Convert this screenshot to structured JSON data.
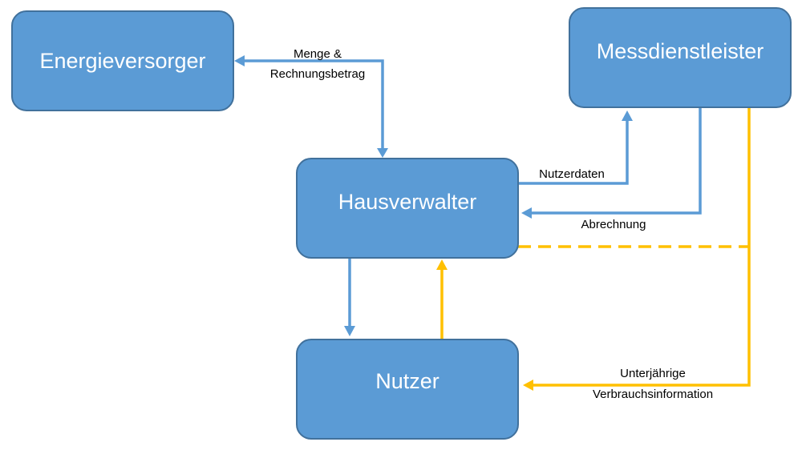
{
  "nodes": {
    "energieversorger": "Energieversorger",
    "messdienstleister": "Messdienstleister",
    "hausverwalter": "Hausverwalter",
    "nutzer": "Nutzer"
  },
  "edges": {
    "menge_line1": "Menge &",
    "menge_line2": "Rechnungsbetrag",
    "nutzerdaten": "Nutzerdaten",
    "abrechnung": "Abrechnung",
    "unterjaehrige_line1": "Unterjährige",
    "unterjaehrige_line2": "Verbrauchsinformation"
  },
  "colors": {
    "box_fill": "#5b9bd5",
    "box_border": "#41719c",
    "flow_blue": "#5b9bd5",
    "flow_yellow": "#ffc000"
  }
}
